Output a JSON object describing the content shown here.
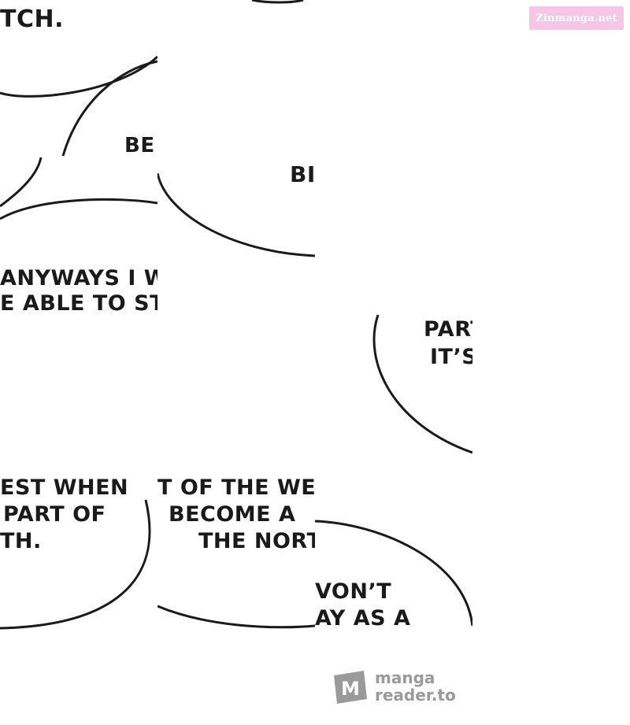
{
  "watermark": {
    "site_label": "Zinmanga.net"
  },
  "reader_logo": {
    "line1": "manga",
    "line2": "reader.to",
    "mark_letter": "M"
  },
  "panels": {
    "p1": {
      "text": "TCH."
    },
    "p2": {
      "text": "BE"
    },
    "p3": {
      "text": "BI"
    },
    "p4": {
      "line1": "ANYWAYS I W",
      "line2": "E ABLE TO ST"
    },
    "p5": {
      "line1": "PART",
      "line2": "IT’S"
    },
    "p6": {
      "line1": "EST WHEN",
      "line2": "PART OF",
      "line3": "TH."
    },
    "p7": {
      "line1": "T OF THE WE",
      "line2": "BECOME A",
      "line3": "THE NORT"
    },
    "p8": {
      "line1": "VON’T",
      "line2": "AY AS A"
    }
  },
  "colors": {
    "ink": "#1a1a1a",
    "background": "#ffffff",
    "watermark_bg": "#f7c6e6",
    "logo_gray": "#9a9a9a"
  }
}
